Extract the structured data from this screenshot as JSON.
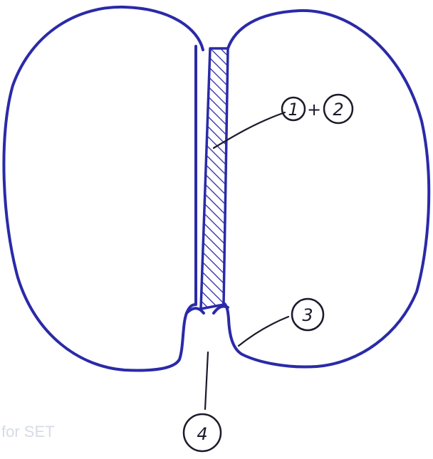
{
  "labels": {
    "callout_1": "1",
    "connector": "+",
    "callout_2": "2",
    "callout_3": "3",
    "callout_4": "4"
  },
  "watermark": "for SET",
  "colors": {
    "outline": "#2a2aa8",
    "labels": "#1a1a2a"
  }
}
